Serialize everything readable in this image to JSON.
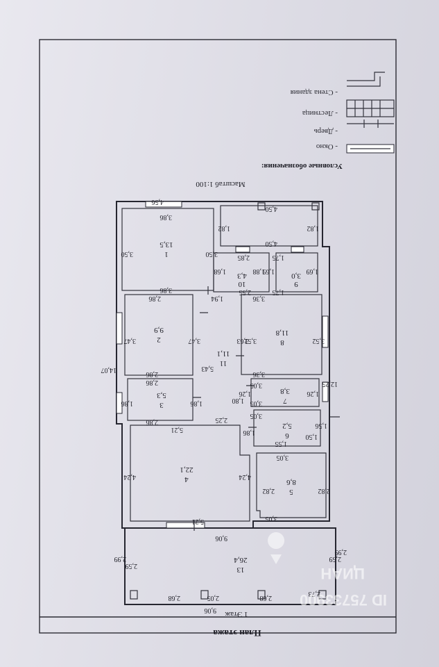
{
  "plan": {
    "title": "План этажа",
    "floor": "1 Этаж",
    "scale": "Масштаб 1:100"
  },
  "legend": {
    "heading": "Условные обозначения:",
    "items": [
      {
        "label": "- Окно"
      },
      {
        "label": "- Дверь"
      },
      {
        "label": "- Лестница"
      },
      {
        "label": "- Стена здания"
      }
    ]
  },
  "rooms": [
    {
      "num": "1",
      "area": "13,5"
    },
    {
      "num": "2",
      "area": "9,9"
    },
    {
      "num": "3",
      "area": "5,3"
    },
    {
      "num": "4",
      "area": "22,1"
    },
    {
      "num": "5",
      "area": "8,6"
    },
    {
      "num": "6",
      "area": "5,2"
    },
    {
      "num": "7",
      "area": "3,8"
    },
    {
      "num": "8",
      "area": "11,8"
    },
    {
      "num": "9",
      "area": "3,0"
    },
    {
      "num": "10",
      "area": "4,3"
    },
    {
      "num": "11",
      "area": "11,1"
    },
    {
      "num": "13",
      "area": "26,4"
    }
  ],
  "dims": [
    "4,56",
    "3,86",
    "3,50",
    "3,50",
    "3,86",
    "4,50",
    "1,82",
    "1,82",
    "4,50",
    "2,85",
    "1,75",
    "1,68",
    "1,88",
    "1,69",
    "1,69",
    "2,55",
    "1,75",
    "1,94",
    "2,86",
    "3,36",
    "3,47",
    "3,47",
    "5,43",
    "3,63",
    "3,52",
    "3,52",
    "2,86",
    "3,36",
    "14,07",
    "12,25",
    "3,05",
    "2,86",
    "1,26",
    "1,26",
    "1,80",
    "3,05",
    "1,86",
    "1,86",
    "2,86",
    "3,05",
    "1,56",
    "5,21",
    "2,25",
    "1,86",
    "1,50",
    "1,55",
    "3,05",
    "4,24",
    "4,24",
    "2,82",
    "2,82",
    "3,05",
    "5,21",
    "9,06",
    "2,99",
    "2,59",
    "2,59",
    "2,99",
    "2,73",
    "2,68",
    "2,05",
    "2,68",
    "9,06"
  ],
  "watermark": {
    "brand": "ЦИАН",
    "id": "ID 75733900"
  }
}
